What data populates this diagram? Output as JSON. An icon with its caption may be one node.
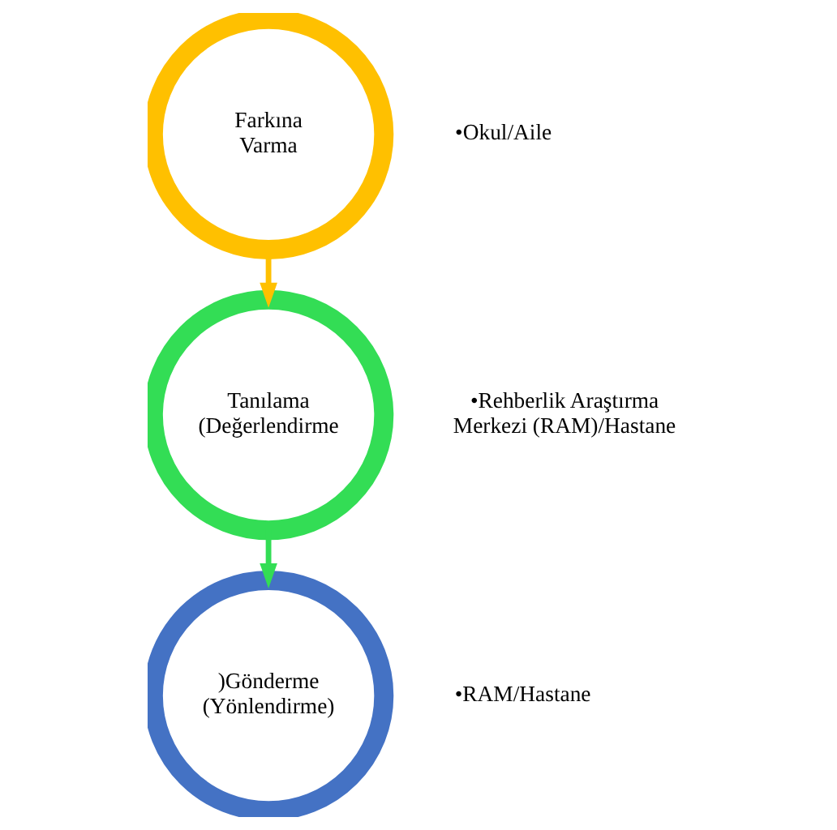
{
  "diagram": {
    "nodes": [
      {
        "text": [
          "Farkına Varma"
        ],
        "beside": [
          "•Okul/Aile"
        ]
      },
      {
        "text": [
          "Tanılama (Değerlendirme"
        ],
        "beside": [
          "•Rehberlik Araştırma Merkezi (RAM)/Hastane"
        ]
      },
      {
        "text": [
          ")Gönderme (Yönlendirme)"
        ],
        "beside": [
          "•RAM/Hastane"
        ]
      }
    ],
    "edges": [
      {
        "from": 0,
        "to": 1,
        "arrow": "to",
        "color": "#ffc000"
      },
      {
        "from": 1,
        "to": 2,
        "arrow": "to",
        "color": "#33dd55"
      }
    ]
  }
}
